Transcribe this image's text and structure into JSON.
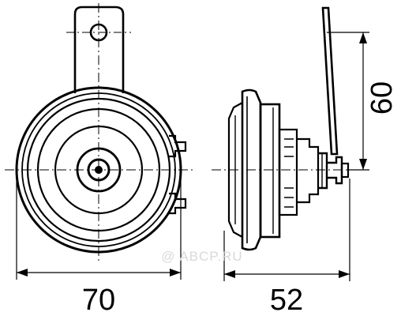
{
  "drawing": {
    "dimensions": {
      "width": "70",
      "depth": "52",
      "bracket_height": "60"
    },
    "watermark": "@ ABCP.RU",
    "line_color": "#000000",
    "background_color": "#ffffff"
  }
}
